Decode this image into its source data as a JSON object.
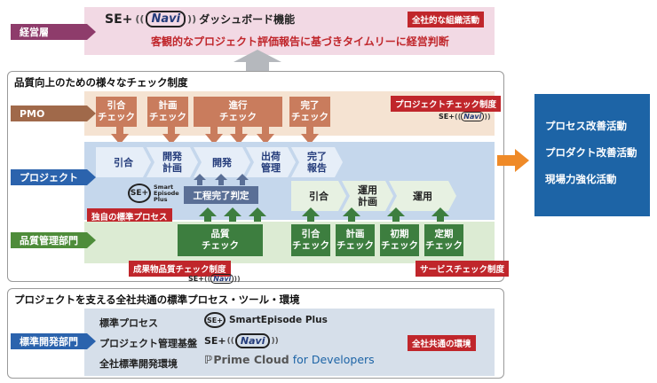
{
  "top": {
    "label": "経営層",
    "dashboard_title": "ダッシュボード機能",
    "navi_text": "Navi",
    "se_text": "SE+",
    "tag": "全社的な組織活動",
    "message": "客観的なプロジェクト評価報告に基づきタイムリーに経営判断"
  },
  "checks_section": {
    "heading": "品質向上のための様々なチェック制度",
    "pmo": {
      "label": "PMO",
      "tag": "プロジェクトチェック制度",
      "boxes": [
        {
          "line1": "引合",
          "line2": "チェック"
        },
        {
          "line1": "計画",
          "line2": "チェック"
        },
        {
          "line1": "進行",
          "line2": "チェック"
        },
        {
          "line1": "完了",
          "line2": "チェック"
        }
      ]
    },
    "project": {
      "label": "プロジェクト",
      "phases": [
        {
          "line1": "引合",
          "line2": ""
        },
        {
          "line1": "開発",
          "line2": "計画"
        },
        {
          "line1": "開発",
          "line2": ""
        },
        {
          "line1": "出荷",
          "line2": "管理"
        },
        {
          "line1": "完了",
          "line2": "報告"
        }
      ],
      "ops_phases": [
        {
          "line1": "引合",
          "line2": ""
        },
        {
          "line1": "運用",
          "line2": "計画"
        },
        {
          "line1": "運用",
          "line2": ""
        }
      ],
      "process_complete": "工程完了判定",
      "smart_episode_line1": "Smart",
      "smart_episode_line2": "Episode",
      "smart_episode_line3": "Plus",
      "tag": "独自の標準プロセス"
    },
    "qa": {
      "label": "品質管理部門",
      "quality_box": {
        "line1": "品質",
        "line2": "チェック"
      },
      "service_boxes": [
        {
          "line1": "引合",
          "line2": "チェック"
        },
        {
          "line1": "計画",
          "line2": "チェック"
        },
        {
          "line1": "初期",
          "line2": "チェック"
        },
        {
          "line1": "定期",
          "line2": "チェック"
        }
      ],
      "tag_left": "成果物品質チェック制度",
      "tag_right": "サービスチェック制度"
    }
  },
  "outcomes": [
    "プロセス改善活動",
    "プロダクト改善活動",
    "現場力強化活動"
  ],
  "bottom": {
    "heading": "プロジェクトを支える全社共通の標準プロセス・ツール・環境",
    "label": "標準開発部門",
    "rows": [
      {
        "name": "標準プロセス",
        "tool": "SmartEpisode Plus"
      },
      {
        "name": "プロジェクト管理基盤",
        "tool": "Navi"
      },
      {
        "name": "全社標準開発環境",
        "tool_a": "Prime Cloud",
        "tool_b": " for Developers"
      }
    ],
    "tag": "全社共通の環境"
  },
  "colors": {
    "pink_band": "#f2d9e4",
    "lane_label_purple": "#8e3c6b",
    "pmo_band": "#f5e3d2",
    "project_band": "#c5d7ec",
    "qa_band": "#dcebd3",
    "bottom_band": "#d6dfea",
    "blue_label": "#2b63ad",
    "brown_label": "#a0694a",
    "green_label": "#4e8c3a",
    "red_tag": "#c0262b",
    "outcome_box": "#1d64a6",
    "orange_arrow": "#ef8a28"
  }
}
